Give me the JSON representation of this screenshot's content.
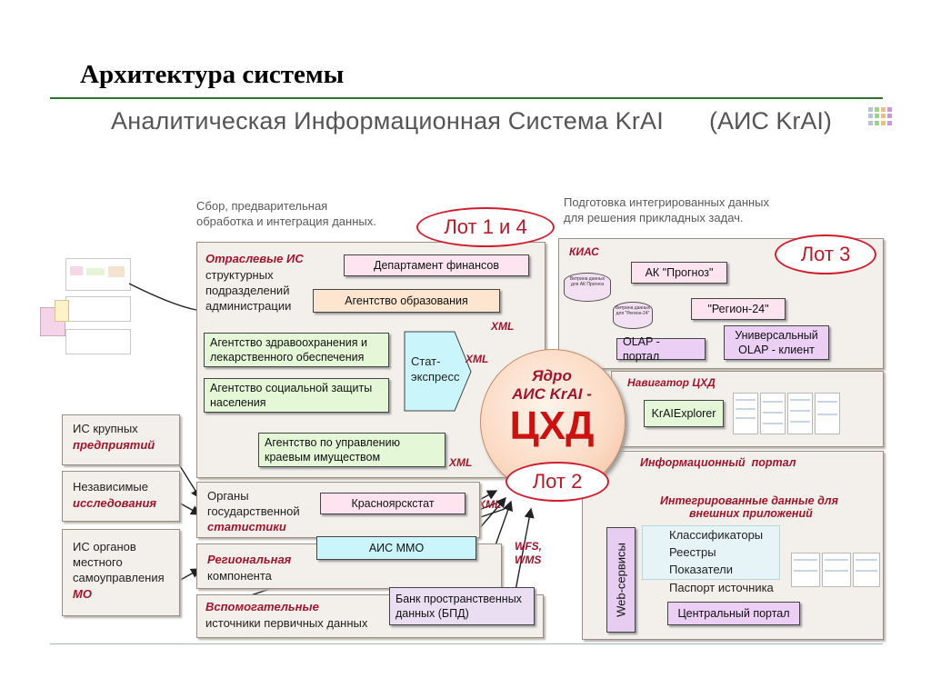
{
  "slide": {
    "title": "Архитектура системы",
    "subtitle": "Аналитическая Информационная Система KrAI",
    "subtitle_abbr": "(АИС KrAI)"
  },
  "headers": {
    "left_1": "Сбор, предварительная",
    "left_2": "обработка и интеграция данных.",
    "right_1": "Подготовка интегрированных данных",
    "right_2": "для решения прикладных задач."
  },
  "lots": {
    "lot14": "Лот 1 и 4",
    "lot3": "Лот 3",
    "lot2": "Лот 2"
  },
  "sectoral": {
    "title": "Отраслевые ИС",
    "sub_1": "структурных",
    "sub_2": "подразделений",
    "sub_3": "администрации",
    "finance": "Департамент финансов",
    "education": "Агентство образования",
    "health_1": "Агентство здравоохранения и",
    "health_2": "лекарственного обеспечения",
    "social_1": "Агентство социальной защиты",
    "social_2": "населения",
    "stat_express_1": "Стат-",
    "stat_express_2": "экспресс",
    "property_1": "Агентство по управлению",
    "property_2": "краевым имуществом"
  },
  "xml_labels": [
    "XML",
    "XML",
    "XML",
    "XML"
  ],
  "wfs_labels": [
    "WFS,",
    "WMS"
  ],
  "external": {
    "large_1": "ИС крупных",
    "large_2": "предприятий",
    "indep_1": "Независимые",
    "indep_2": "исследования",
    "local_1": "ИС органов",
    "local_2": "местного",
    "local_3": "самоуправления",
    "local_4": "МО"
  },
  "stat_org": {
    "line_1": "Органы",
    "line_2": "государственной",
    "line_3": "статистики",
    "krasnoyarsk": "Красноярскстат"
  },
  "regional": {
    "title": "Региональная",
    "sub": "компонента",
    "ais_mmo": "АИС ММО"
  },
  "auxiliary": {
    "title": "Вспомогательные",
    "sub": "источники первичных данных",
    "bpd_1": "Банк пространственных",
    "bpd_2": "данных (БПД)"
  },
  "core": {
    "line_1": "Ядро",
    "line_2": "АИС KrAI -",
    "line_3": "ЦХД"
  },
  "kias": {
    "title": "КИАС",
    "prognoz": "АК \"Прогноз\"",
    "region24": "\"Регион-24\"",
    "olap_portal": "OLAP - портал",
    "olap_client_1": "Универсальный",
    "olap_client_2": "OLAP - клиент",
    "disk1_1": "Витрина данных",
    "disk1_2": "для АК Прогноз",
    "disk2_1": "Витрина данных",
    "disk2_2": "для \"Регион-24\""
  },
  "navigator": {
    "title": "Навигатор ЦХД",
    "explorer": "KrAIExplorer"
  },
  "portal": {
    "title": "Информационный  портал",
    "integrated_1": "Интегрированные данные для",
    "integrated_2": "внешних приложений",
    "web_services": "Web-сервисы",
    "items": [
      "Классификаторы",
      "Реестры",
      "Показатели"
    ],
    "passport": "Паспорт источника",
    "central": "Центральный портал"
  },
  "colors": {
    "accent_red": "#a0152c",
    "lot_red": "#cf1f2f",
    "core_red": "#cc1111",
    "rule_green": "#2f6f2f"
  }
}
